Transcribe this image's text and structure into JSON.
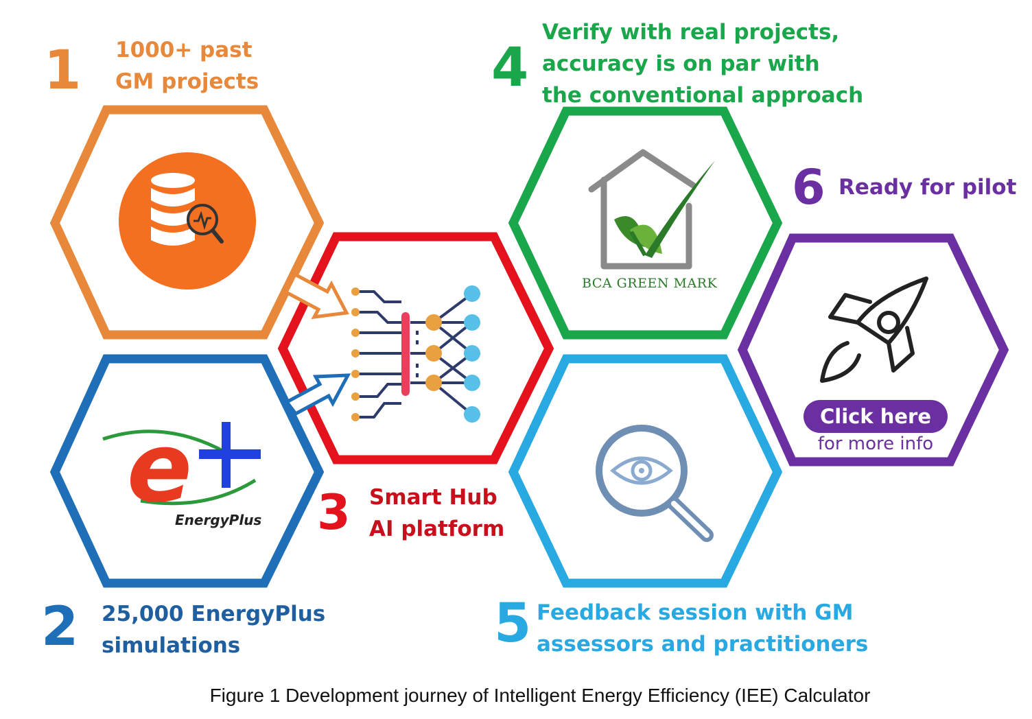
{
  "colors": {
    "step1": "#e8883a",
    "step2": "#1f6fb8",
    "step3": "#e3121d",
    "step4": "#1aa64a",
    "step5": "#29a9e1",
    "step6": "#6a2fa0",
    "db_circle": "#f37021"
  },
  "steps": [
    {
      "number": "1",
      "lines": [
        "1000+ past",
        "GM projects"
      ],
      "icon": "database-search-icon"
    },
    {
      "number": "2",
      "lines": [
        "25,000 EnergyPlus",
        "simulations"
      ],
      "icon": "energyplus-logo",
      "logo_text": "EnergyPlus"
    },
    {
      "number": "3",
      "lines": [
        "Smart Hub",
        "AI platform"
      ],
      "icon": "neural-network-icon"
    },
    {
      "number": "4",
      "lines": [
        "Verify with real projects,",
        "accuracy is on par with",
        "the conventional approach"
      ],
      "icon": "bca-green-mark-logo",
      "logo_text": "BCA GREEN MARK"
    },
    {
      "number": "5",
      "lines": [
        "Feedback session with GM",
        "assessors and practitioners"
      ],
      "icon": "magnifier-eye-icon"
    },
    {
      "number": "6",
      "lines": [
        "Ready for pilot"
      ],
      "icon": "rocket-icon"
    }
  ],
  "cta": {
    "label": "Click here",
    "sublabel": "for more info"
  },
  "caption": "Figure 1 Development journey of Intelligent Energy Efficiency (IEE) Calculator"
}
